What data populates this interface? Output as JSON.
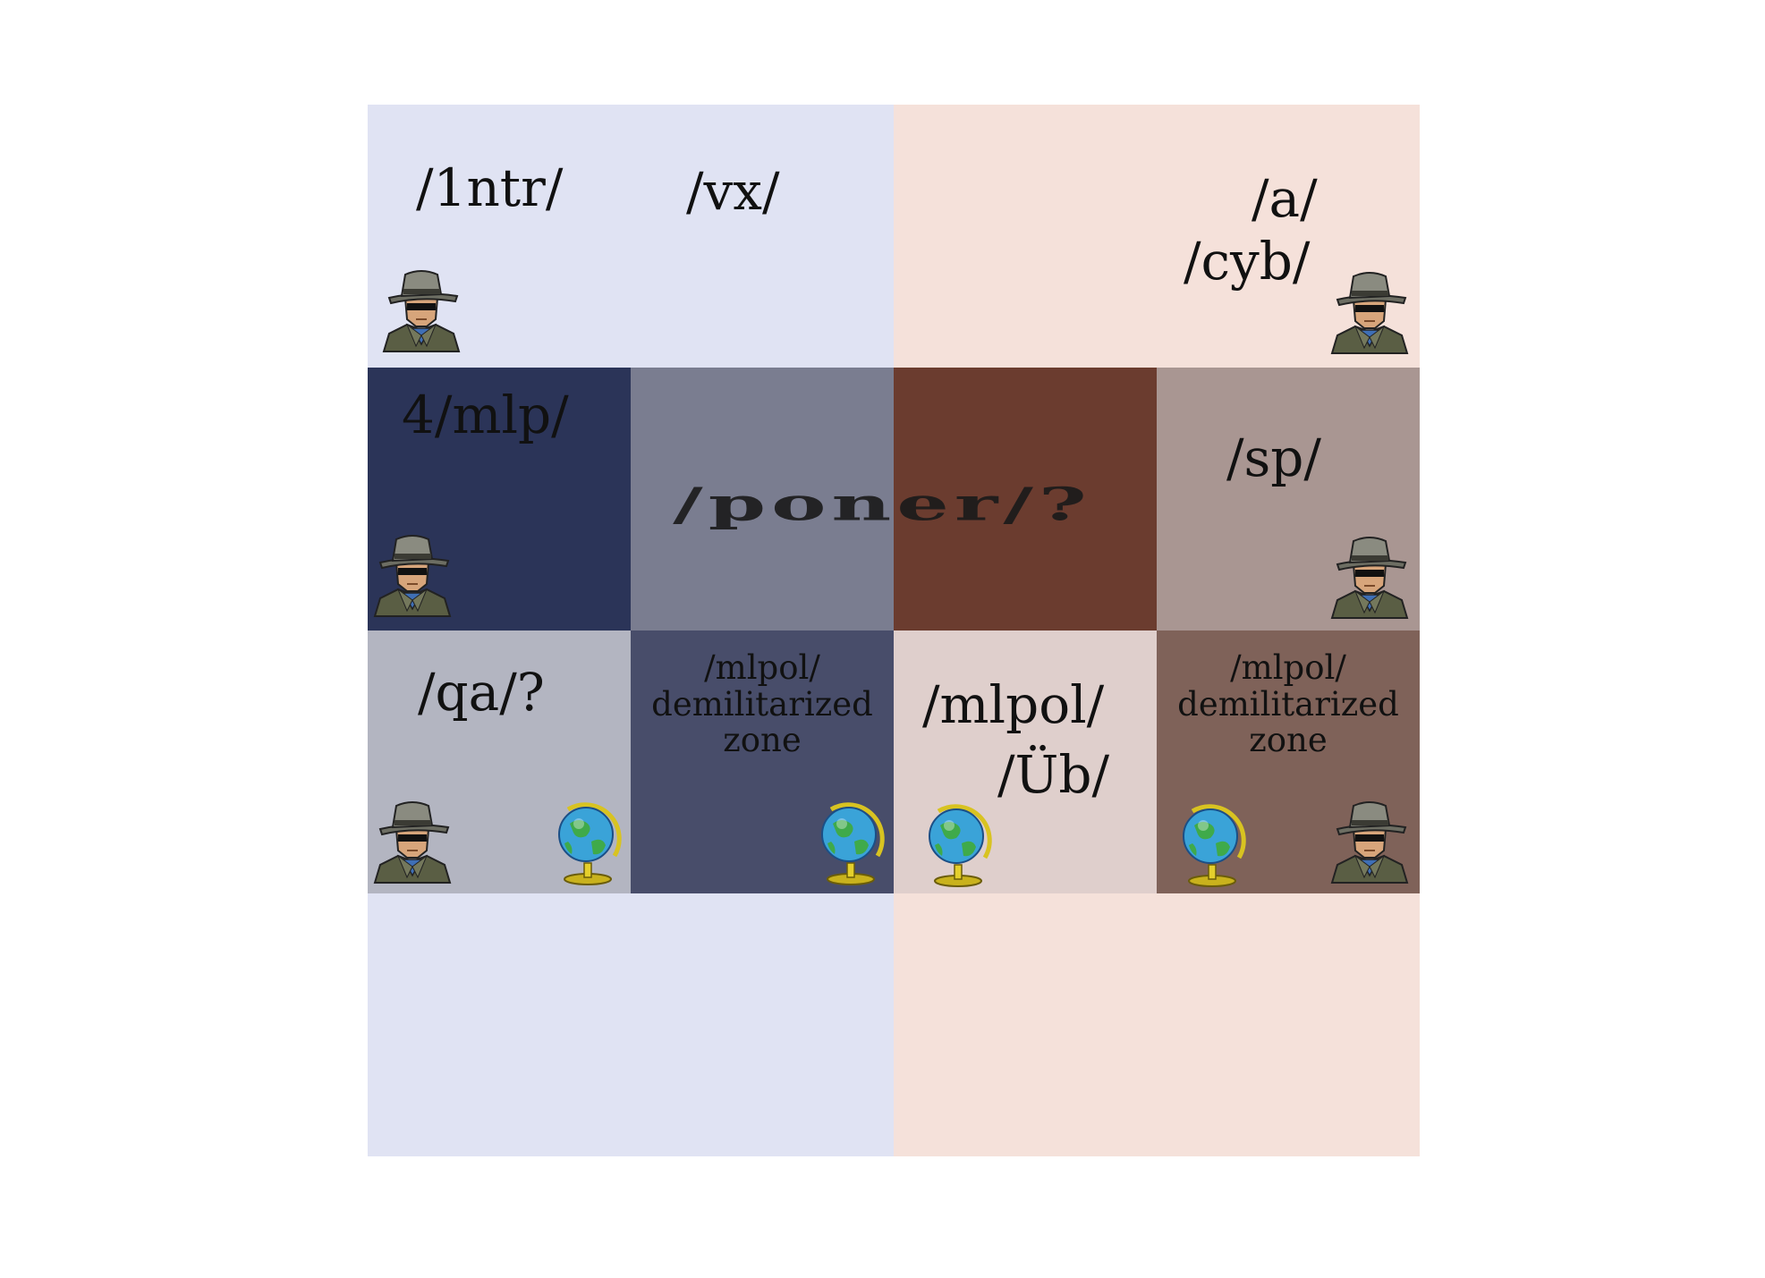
{
  "colors": {
    "left_bg": "#e0e3f3",
    "right_bg": "#f5e1da",
    "cells": {
      "r1c0": "#2b3458",
      "r1c1": "#7a7d90",
      "r1c2": "#6b3c2f",
      "r1c3": "#a99692",
      "r2c0": "#b3b5c1",
      "r2c1": "#484d6a",
      "r2c2": "#dfcfcc",
      "r2c3": "#7f6259"
    }
  },
  "icons": {
    "agent": "detective-agent-icon",
    "globe": "globe-icon"
  },
  "labels": {
    "intr": "/1ntr/",
    "vx": "/vx/",
    "a": "/a/",
    "cyb": "/cyb/",
    "mlp4": "4/mlp/",
    "sp": "/sp/",
    "qa": "/qa/?",
    "dmz_left": "/mlpol/ demilitarized zone",
    "mlpol": "/mlpol/",
    "ub": "/Üb/",
    "dmz_right": "/mlpol/ demilitarized zone",
    "poner": "/poner/?"
  }
}
